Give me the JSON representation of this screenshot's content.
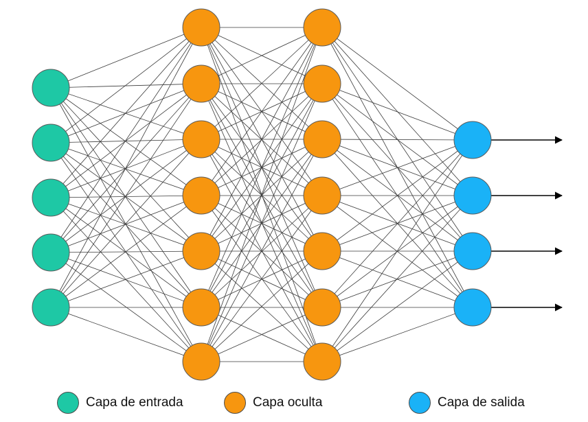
{
  "network": {
    "layers": [
      {
        "name": "input",
        "nodes": 5,
        "color": "#1ec8a5"
      },
      {
        "name": "hidden",
        "nodes": 7,
        "color": "#f7960f"
      },
      {
        "name": "hidden",
        "nodes": 7,
        "color": "#f7960f"
      },
      {
        "name": "output",
        "nodes": 4,
        "color": "#1ab2f7"
      }
    ],
    "fully_connected": true,
    "output_arrows": true
  },
  "colors": {
    "edge": "#3a3a3a",
    "node_stroke": "#5a5a5a",
    "arrow": "#000000"
  },
  "legend": {
    "input": {
      "label": "Capa de entrada",
      "color": "#1ec8a5"
    },
    "hidden": {
      "label": "Capa oculta",
      "color": "#f7960f"
    },
    "output": {
      "label": "Capa de salida",
      "color": "#1ab2f7"
    }
  }
}
